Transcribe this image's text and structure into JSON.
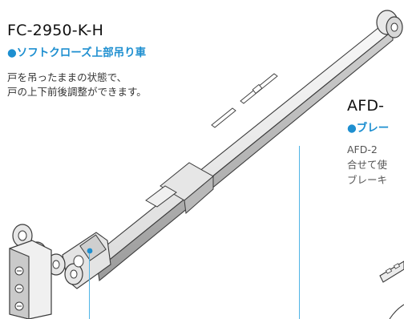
{
  "left_block": {
    "model": "FC-2950-K-H",
    "subtitle": "●ソフトクローズ上部吊り車",
    "desc_line1": "戸を吊ったままの状態で、",
    "desc_line2": "戸の上下前後調整ができます。"
  },
  "right_block": {
    "model": "AFD-",
    "subtitle": "●ブレー",
    "desc_line1": "AFD-2",
    "desc_line2": "合せて使",
    "desc_line3": "ブレーキ"
  },
  "colors": {
    "accent_blue": "#1e8fd0",
    "guide_blue": "#4fb4e6",
    "metal_light": "#ededed",
    "metal_mid": "#c9c9c9",
    "outline": "#3a3a3a"
  },
  "illustration": {
    "main_part": "soft-close top roller hanger rail",
    "side_part": "brake part (partial)"
  }
}
